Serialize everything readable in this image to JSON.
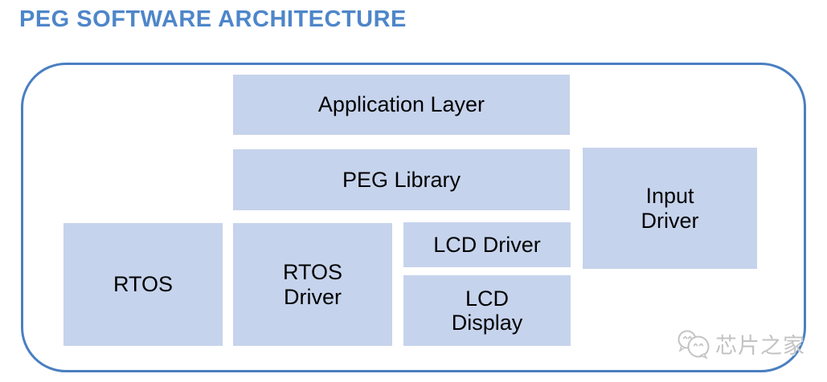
{
  "title": "PEG SOFTWARE ARCHITECTURE",
  "boxes": {
    "application_layer": {
      "label": "Application Layer"
    },
    "peg_library": {
      "label": "PEG Library"
    },
    "input_driver": {
      "label": "Input\nDriver"
    },
    "rtos": {
      "label": "RTOS"
    },
    "rtos_driver": {
      "label": "RTOS\nDriver"
    },
    "lcd_driver": {
      "label": "LCD Driver"
    },
    "lcd_display": {
      "label": "LCD\nDisplay"
    }
  },
  "watermark": {
    "text": "芯片之家",
    "icon": "wechat-chat-bubbles-icon"
  },
  "colors": {
    "title_blue": "#4e86c9",
    "container_border_blue": "#4a7fc1",
    "box_fill_blue": "#c6d3ec",
    "box_text": "#000000",
    "watermark_gray": "#c3c3c3"
  }
}
